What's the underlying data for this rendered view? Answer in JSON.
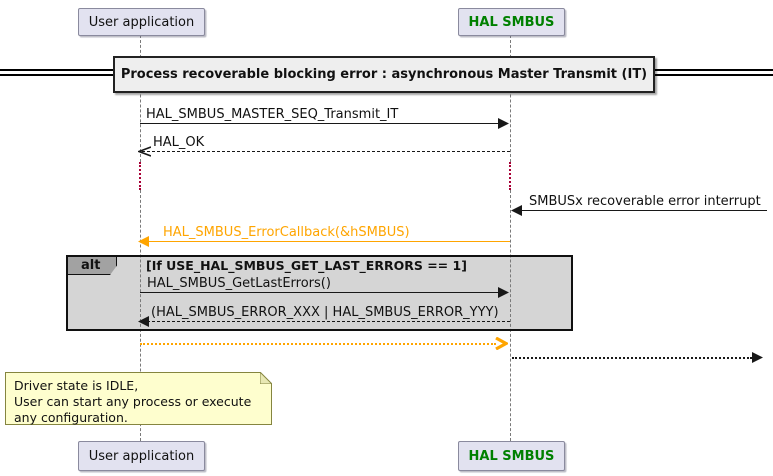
{
  "diagram_title": "Process recoverable blocking error : asynchronous Master Transmit (IT)",
  "participants": [
    {
      "name": "User application"
    },
    {
      "name": "HAL SMBUS"
    }
  ],
  "messages": {
    "transmit": "HAL_SMBUS_MASTER_SEQ_Transmit_IT",
    "hal_ok": "HAL_OK",
    "interrupt": "SMBUSx recoverable error interrupt",
    "error_callback": "HAL_SMBUS_ErrorCallback(&hSMBUS)",
    "get_last_errors": "HAL_SMBUS_GetLastErrors()",
    "errors_return": "(HAL_SMBUS_ERROR_XXX | HAL_SMBUS_ERROR_YYY)"
  },
  "alt_block": {
    "operator": "alt",
    "condition": "[If USE_HAL_SMBUS_GET_LAST_ERRORS == 1]"
  },
  "note": {
    "lines": [
      "Driver state is IDLE,",
      "User can start any process or execute",
      " any configuration."
    ]
  },
  "colors": {
    "accent_orange": "#FFA500",
    "participant_green": "#008000",
    "participant_fill": "#E2E2F0",
    "alt_fill": "#D5D5D5",
    "alt_label_fill": "#A2A2A2",
    "title_fill": "#EEEEEE",
    "note_fill": "#FEFECE",
    "delay_red": "#A80036"
  }
}
